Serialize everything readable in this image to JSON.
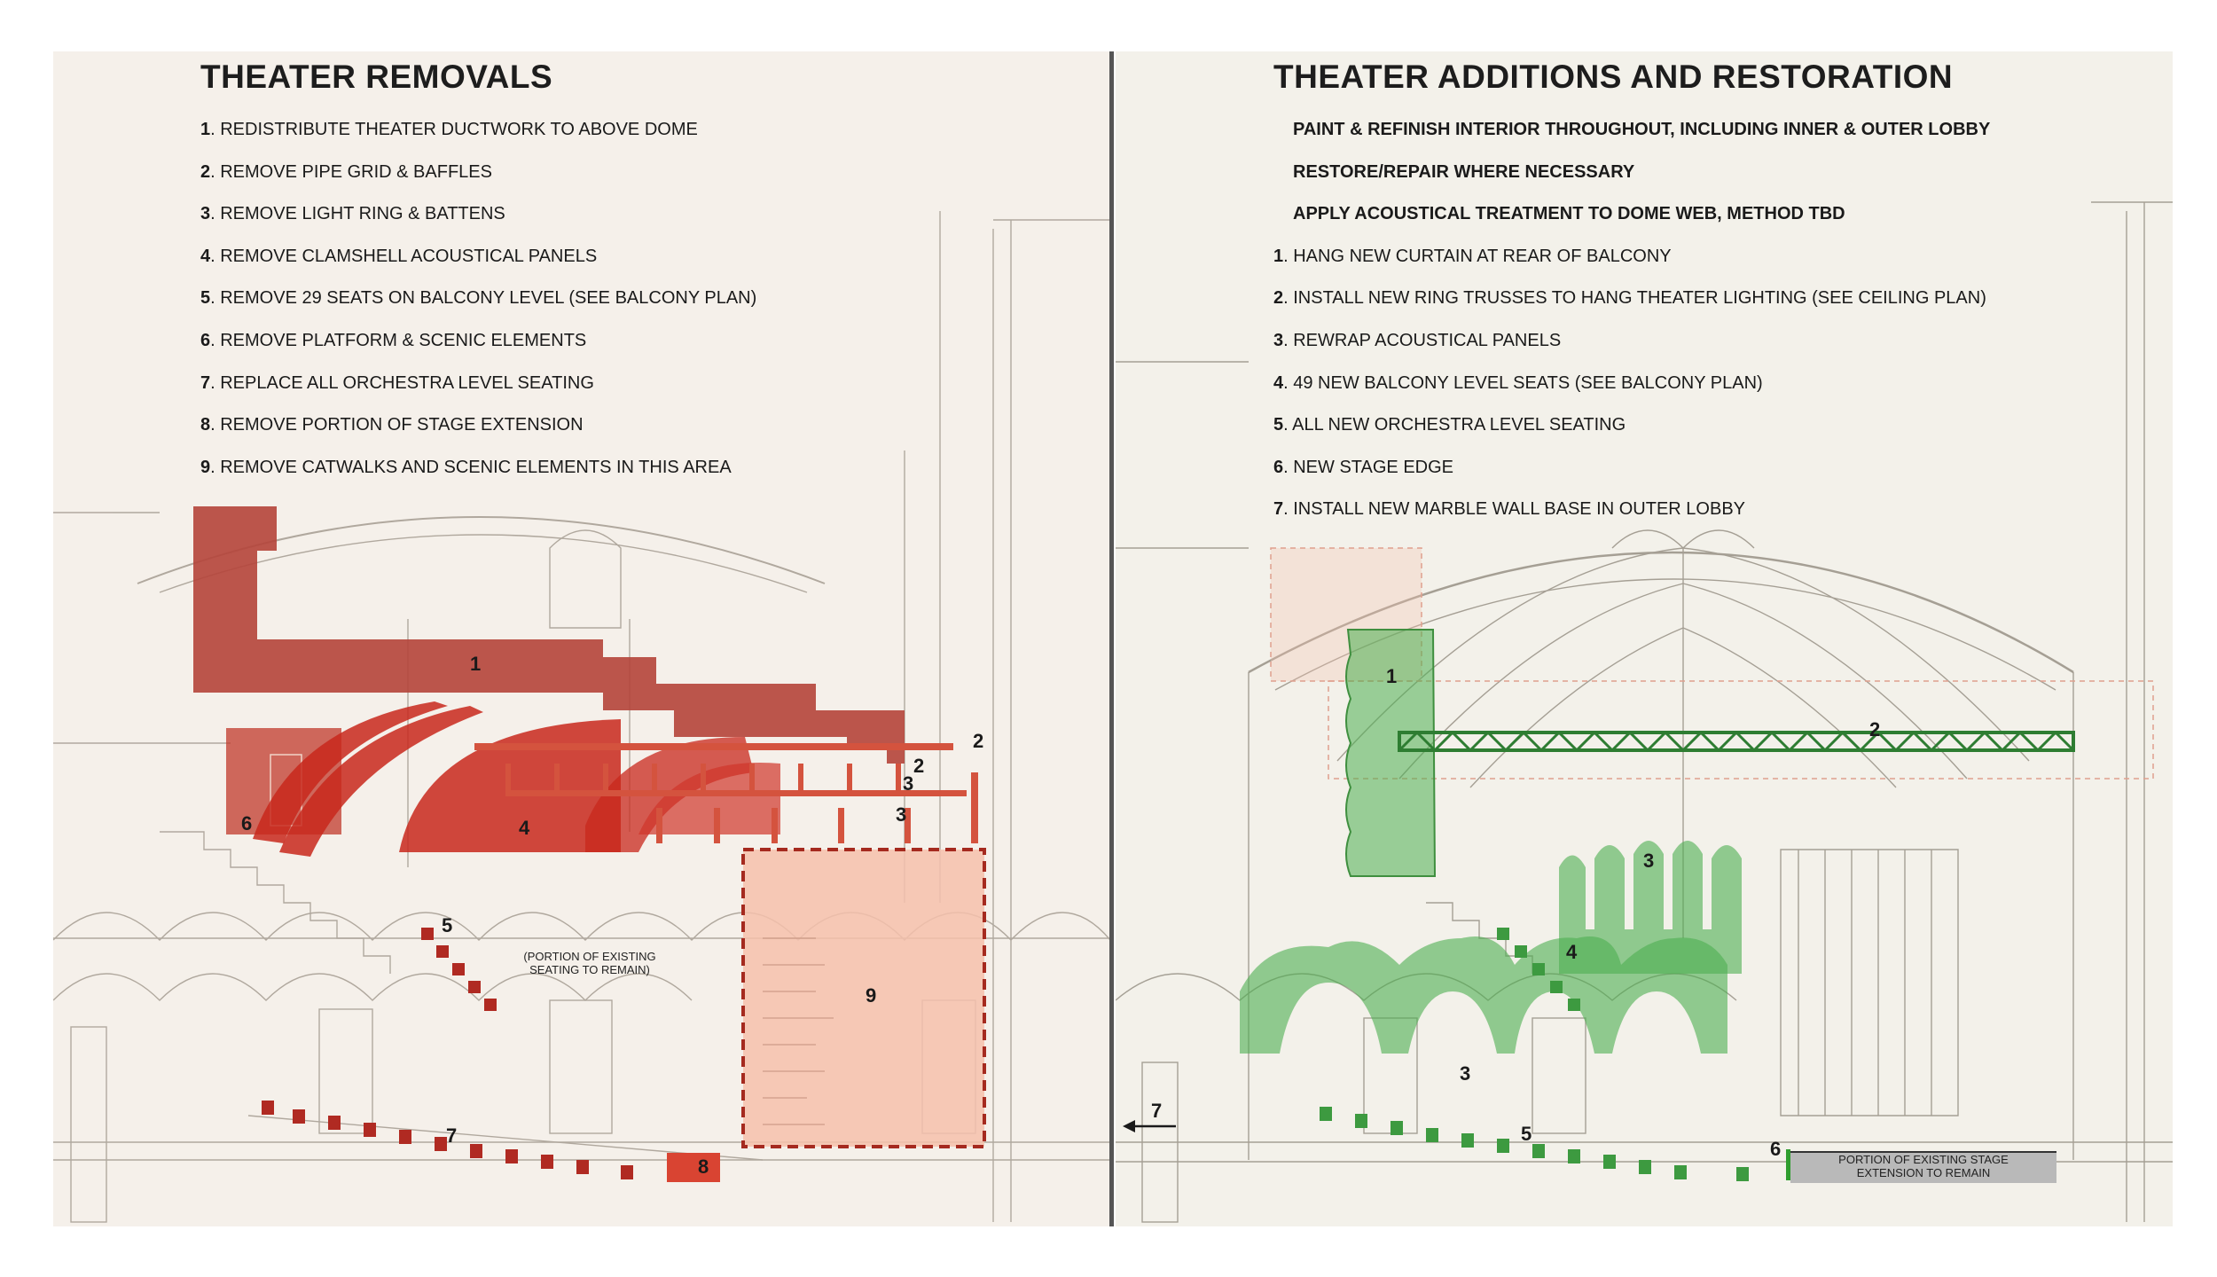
{
  "removals": {
    "title": "THEATER REMOVALS",
    "items": [
      {
        "num": "1",
        "text": ". REDISTRIBUTE THEATER DUCTWORK TO ABOVE DOME"
      },
      {
        "num": "2",
        "text": ". REMOVE PIPE GRID & BAFFLES"
      },
      {
        "num": "3",
        "text": ". REMOVE LIGHT RING & BATTENS"
      },
      {
        "num": "4",
        "text": ". REMOVE CLAMSHELL ACOUSTICAL PANELS"
      },
      {
        "num": "5",
        "text": ". REMOVE 29 SEATS ON BALCONY LEVEL (SEE BALCONY PLAN)"
      },
      {
        "num": "6",
        "text": ". REMOVE PLATFORM & SCENIC ELEMENTS"
      },
      {
        "num": "7",
        "text": ". REPLACE ALL ORCHESTRA LEVEL SEATING"
      },
      {
        "num": "8",
        "text": ". REMOVE PORTION OF STAGE EXTENSION"
      },
      {
        "num": "9",
        "text": ". REMOVE CATWALKS AND SCENIC ELEMENTS IN THIS AREA"
      }
    ],
    "callouts": {
      "c1": "1",
      "c2a": "2",
      "c2b": "2",
      "c3a": "3",
      "c3b": "3",
      "c4": "4",
      "c5": "5",
      "c6": "6",
      "c7": "7",
      "c8": "8",
      "c9": "9"
    },
    "seating_note_line1": "(PORTION OF EXISTING",
    "seating_note_line2": "SEATING TO REMAIN)"
  },
  "additions": {
    "title": "THEATER ADDITIONS AND RESTORATION",
    "general_notes": [
      "PAINT & REFINISH INTERIOR THROUGHOUT, INCLUDING INNER & OUTER LOBBY",
      "RESTORE/REPAIR WHERE NECESSARY",
      "APPLY ACOUSTICAL TREATMENT TO DOME WEB, METHOD TBD"
    ],
    "items": [
      {
        "num": "1",
        "text": ". HANG NEW CURTAIN AT REAR OF BALCONY"
      },
      {
        "num": "2",
        "text": ". INSTALL NEW RING TRUSSES TO HANG THEATER LIGHTING (SEE CEILING PLAN)"
      },
      {
        "num": "3",
        "text": ". REWRAP ACOUSTICAL PANELS"
      },
      {
        "num": "4",
        "text": ". 49 NEW BALCONY LEVEL SEATS (SEE BALCONY PLAN)"
      },
      {
        "num": "5",
        "text": ". ALL NEW ORCHESTRA LEVEL SEATING"
      },
      {
        "num": "6",
        "text": ". NEW STAGE EDGE"
      },
      {
        "num": "7",
        "text": ". INSTALL NEW MARBLE WALL BASE IN OUTER LOBBY"
      }
    ],
    "callouts": {
      "c1": "1",
      "c2": "2",
      "c3a": "3",
      "c3b": "3",
      "c4": "4",
      "c5": "5",
      "c6": "6",
      "c7": "7"
    },
    "stage_note_line1": "PORTION OF EXISTING STAGE",
    "stage_note_line2": "EXTENSION TO REMAIN"
  },
  "colors": {
    "removal_red": "#c0392b",
    "removal_dark": "#b5443a",
    "removal_salmon": "#f6c1ac",
    "addition_green": "#4caf50",
    "truss_green": "#2e7d32",
    "drawing_line": "#8b8478"
  }
}
